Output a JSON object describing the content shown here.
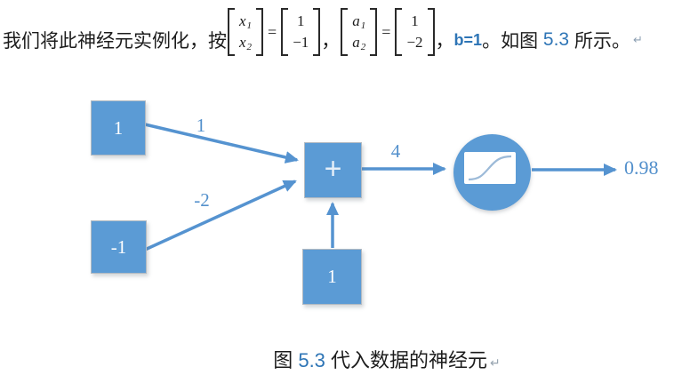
{
  "intro": {
    "prefix": "我们将此神经元实例化，按",
    "equals": "=",
    "comma": "，",
    "x_vector": {
      "rows": [
        {
          "base": "x",
          "sub": "1"
        },
        {
          "base": "x",
          "sub": "2"
        }
      ]
    },
    "x_values": [
      "1",
      "−1"
    ],
    "a_vector": {
      "rows": [
        {
          "base": "a",
          "sub": "1"
        },
        {
          "base": "a",
          "sub": "2"
        }
      ]
    },
    "a_values": [
      "1",
      "−2"
    ],
    "bias_text": "b=1",
    "after_bias": "。如图 ",
    "figure_number": "5.3",
    "tail": " 所示。",
    "return_mark": "↵"
  },
  "diagram": {
    "input1_value": "1",
    "input2_value": "-1",
    "weight1_label": "1",
    "weight2_label": "-2",
    "sum_symbol": "+",
    "bias_value": "1",
    "sum_output_label": "4",
    "output_value": "0.98",
    "activation_icon": "sigmoid-curve"
  },
  "caption": {
    "prefix": "图 ",
    "number": "5.3",
    "title": " 代入数据的神经元",
    "return_mark": "↵"
  },
  "colors": {
    "shape_blue": "#5b9bd5",
    "arrow_blue": "#5593d0",
    "link_blue": "#2e75b6",
    "label_blue": "#5390cc",
    "text_black": "#1c1c1c",
    "mark_gray": "#8da0b3"
  }
}
